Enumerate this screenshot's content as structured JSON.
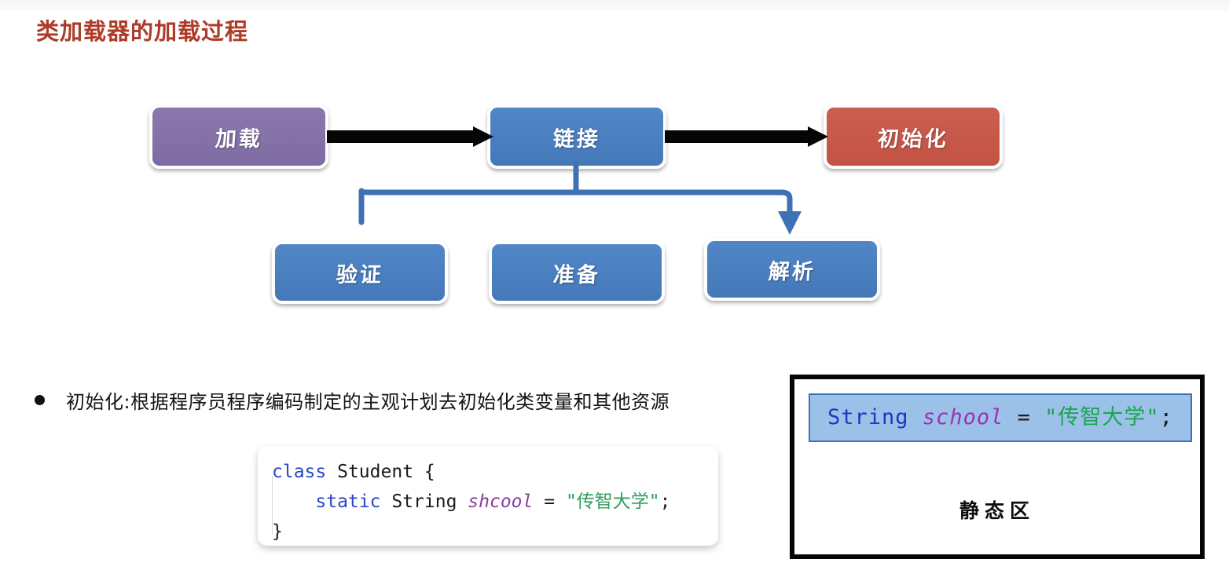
{
  "slide": {
    "title": "类加载器的加载过程",
    "title_color": "#ae3a27"
  },
  "flow": {
    "top_row": [
      {
        "id": "load",
        "label": "加载",
        "color": "#7e6ba3"
      },
      {
        "id": "link",
        "label": "链接",
        "color": "#4578b9"
      },
      {
        "id": "init",
        "label": "初始化",
        "color": "#c45244"
      }
    ],
    "bottom_row": [
      {
        "id": "verify",
        "label": "验证",
        "color": "#4578b9"
      },
      {
        "id": "prepare",
        "label": "准备",
        "color": "#4578b9"
      },
      {
        "id": "resolve",
        "label": "解析",
        "color": "#4578b9"
      }
    ],
    "arrows": {
      "load_to_link": "arrow-right",
      "link_to_init": "arrow-right",
      "link_to_children": "branch-down-arrow",
      "arrow_color": "#050505",
      "branch_color": "#3f72b5"
    }
  },
  "bullet": {
    "marker": "bullet-dot",
    "text": "初始化:根据程序员程序编码制定的主观计划去初始化类变量和其他资源"
  },
  "code_card": {
    "line1": {
      "kw": "class",
      "sp1": " ",
      "type": "Student",
      "sp2": " ",
      "brace": "{"
    },
    "line2": {
      "indent": "    ",
      "kw": "static",
      "sp1": " ",
      "type": "String",
      "sp2": " ",
      "var": "shcool",
      "eq": " = ",
      "str": "\"传智大学\"",
      "semi": ";"
    },
    "line3": {
      "brace": "}"
    }
  },
  "static_area": {
    "variable": {
      "type": "String",
      "sp1": " ",
      "name": "school",
      "eq": " = ",
      "value": "\"传智大学\"",
      "semi": ";"
    },
    "label": "静态区",
    "highlight_color": "#9cc1e9",
    "border_color": "#060606"
  }
}
